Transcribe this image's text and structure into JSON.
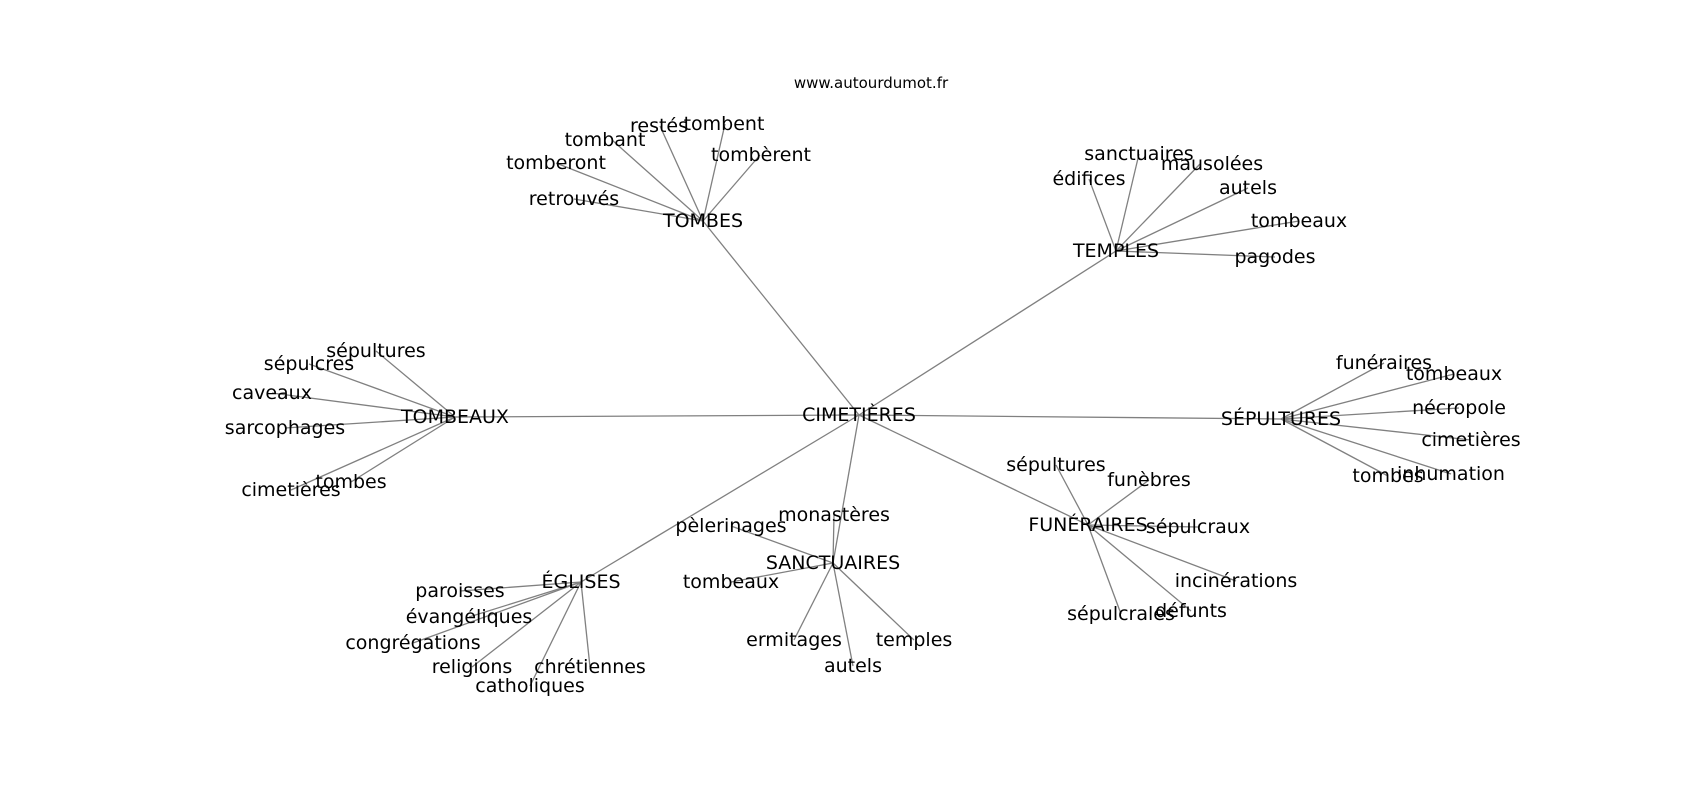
{
  "source_credit": "www.autourdumot.fr",
  "graph": {
    "center": "CIMETIÈRES",
    "hubs": [
      {
        "id": "tombes_hub",
        "label": "TOMBES",
        "words": [
          "tomberont",
          "tombant",
          "restés",
          "tombent",
          "tombèrent",
          "retrouvés"
        ]
      },
      {
        "id": "temples_hub",
        "label": "TEMPLES",
        "words": [
          "sanctuaires",
          "édifices",
          "mausolées",
          "autels",
          "tombeaux",
          "pagodes"
        ]
      },
      {
        "id": "tombeaux_hub",
        "label": "TOMBEAUX",
        "words": [
          "sépultures",
          "sépulcres",
          "caveaux",
          "sarcophages",
          "cimetières",
          "tombes"
        ]
      },
      {
        "id": "sepultures_hub",
        "label": "SÉPULTURES",
        "words": [
          "funéraires",
          "tombeaux",
          "nécropole",
          "cimetières",
          "tombes",
          "inhumation"
        ]
      },
      {
        "id": "funeraires_hub",
        "label": "FUNÉRAIRES",
        "words": [
          "sépultures",
          "funèbres",
          "sépulcraux",
          "incinérations",
          "sépulcrales",
          "défunts"
        ]
      },
      {
        "id": "sanctuaires_hub",
        "label": "SANCTUAIRES",
        "words": [
          "monastères",
          "pèlerinages",
          "tombeaux",
          "ermitages",
          "autels",
          "temples"
        ]
      },
      {
        "id": "eglises_hub",
        "label": "ÉGLISES",
        "words": [
          "paroisses",
          "évangéliques",
          "congrégations",
          "religions",
          "chrétiennes",
          "catholiques"
        ]
      }
    ]
  }
}
